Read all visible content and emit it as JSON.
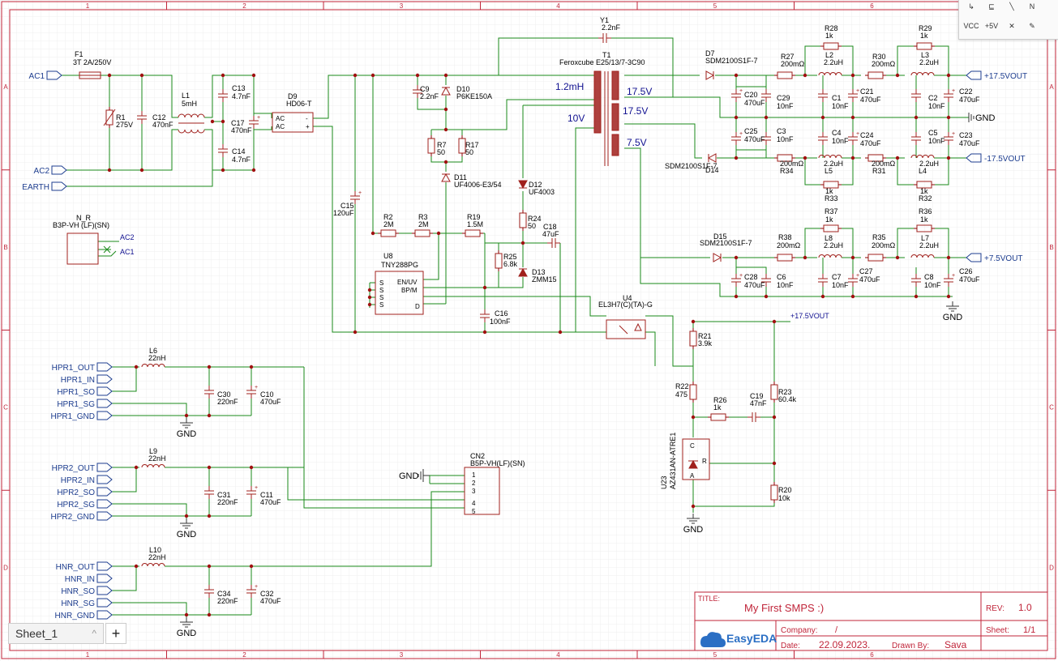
{
  "toolbar": {
    "tools": [
      {
        "name": "wire-icon",
        "glyph": "↳"
      },
      {
        "name": "bus-icon",
        "glyph": "⊑"
      },
      {
        "name": "line-icon",
        "glyph": "╲"
      },
      {
        "name": "netlabel-icon",
        "glyph": "N"
      },
      {
        "name": "vcc-icon",
        "glyph": "VCC"
      },
      {
        "name": "plus5v-icon",
        "glyph": "+5V"
      },
      {
        "name": "noconnect-icon",
        "glyph": "✕"
      },
      {
        "name": "pen-icon",
        "glyph": "✎"
      }
    ]
  },
  "frame": {
    "cols": [
      "1",
      "2",
      "3",
      "4",
      "5",
      "6"
    ],
    "rows": [
      "A",
      "B",
      "C",
      "D"
    ]
  },
  "title_block": {
    "title_label": "TITLE:",
    "title": "My First SMPS :)",
    "rev_label": "REV:",
    "rev": "1.0",
    "company_label": "Company:",
    "company": "/",
    "sheet_label": "Sheet:",
    "sheet": "1/1",
    "date_label": "Date:",
    "date": "22.09.2023.",
    "drawn_label": "Drawn By:",
    "drawn": "Sava",
    "logo": "EasyEDA"
  },
  "ports": {
    "ac1": "AC1",
    "ac2": "AC2",
    "earth": "EARTH",
    "out_p175": "+17.5VOUT",
    "out_m175": "-17.5VOUT",
    "out_p75": "+7.5VOUT",
    "hpr1": [
      "HPR1_OUT",
      "HPR1_IN",
      "HPR1_SO",
      "HPR1_SG",
      "HPR1_GND"
    ],
    "hpr2": [
      "HPR2_OUT",
      "HPR2_IN",
      "HPR2_SO",
      "HPR2_SG",
      "HPR2_GND"
    ],
    "hnr": [
      "HNR_OUT",
      "HNR_IN",
      "HNR_SO",
      "HNR_SG",
      "HNR_GND"
    ]
  },
  "labels": {
    "gnd": "GND",
    "vout_net": "+17.5VOUT",
    "nr_ac2": "AC2",
    "nr_ac1": "AC1"
  },
  "parts": {
    "F1": {
      "ref": "F1",
      "val": "3T 2A/250V"
    },
    "R1": {
      "ref": "R1",
      "val": "275V"
    },
    "C12": {
      "ref": "C12",
      "val": "470nF"
    },
    "L1": {
      "ref": "L1",
      "val": "5mH"
    },
    "C13": {
      "ref": "C13",
      "val": "4.7nF"
    },
    "C17": {
      "ref": "C17",
      "val": "470nF"
    },
    "C14": {
      "ref": "C14",
      "val": "4.7nF"
    },
    "D9": {
      "ref": "D9",
      "val": "HD06-T",
      "ac": "AC",
      "plus": "+",
      "minus": "-"
    },
    "C15": {
      "ref": "C15",
      "val": "120uF"
    },
    "C9": {
      "ref": "C9",
      "val": "2.2nF"
    },
    "D10": {
      "ref": "D10",
      "val": "P6KE150A"
    },
    "R7": {
      "ref": "R7",
      "val": "50"
    },
    "R17": {
      "ref": "R17",
      "val": "50"
    },
    "D11": {
      "ref": "D11",
      "val": "UF4006-E3/54"
    },
    "Y1": {
      "ref": "Y1",
      "val": "2.2nF"
    },
    "T1": {
      "ref": "T1",
      "val": "Feroxcube E25/13/7-3C90",
      "w1": "1.2mH",
      "w2": "10V",
      "w3": "17.5V",
      "w4": "17.5V",
      "w5": "7.5V"
    },
    "D12": {
      "ref": "D12",
      "val": "UF4003"
    },
    "R24": {
      "ref": "R24",
      "val": "50"
    },
    "C18": {
      "ref": "C18",
      "val": "47uF"
    },
    "R25": {
      "ref": "R25",
      "val": "6.8k"
    },
    "D13": {
      "ref": "D13",
      "val": "ZMM15"
    },
    "R2": {
      "ref": "R2",
      "val": "2M"
    },
    "R3": {
      "ref": "R3",
      "val": "2M"
    },
    "R19": {
      "ref": "R19",
      "val": "1.5M"
    },
    "U8": {
      "ref": "U8",
      "val": "TNY288PG",
      "pS": "S",
      "pEN": "EN/UV",
      "pBP": "BP/M",
      "pD": "D"
    },
    "C16": {
      "ref": "C16",
      "val": "100nF"
    },
    "U4": {
      "ref": "U4",
      "val": "EL3H7(C)(TA)-G"
    },
    "D7": {
      "ref": "D7",
      "val": "SDM2100S1F-7"
    },
    "D14": {
      "ref": "D14",
      "val": "SDM2100S1F-7"
    },
    "D15": {
      "ref": "D15",
      "val": "SDM2100S1F-7"
    },
    "R27": {
      "ref": "R27",
      "val": "200mΩ"
    },
    "R28": {
      "ref": "R28",
      "val": "1k"
    },
    "L2": {
      "ref": "L2",
      "val": "2.2uH"
    },
    "R30": {
      "ref": "R30",
      "val": "200mΩ"
    },
    "R29": {
      "ref": "R29",
      "val": "1k"
    },
    "L3": {
      "ref": "L3",
      "val": "2.2uH"
    },
    "C20": {
      "ref": "C20",
      "val": "470uF"
    },
    "C29": {
      "ref": "C29",
      "val": "10nF"
    },
    "C1": {
      "ref": "C1",
      "val": "10nF"
    },
    "C21": {
      "ref": "C21",
      "val": "470uF"
    },
    "C2": {
      "ref": "C2",
      "val": "10nF"
    },
    "C22": {
      "ref": "C22",
      "val": "470uF"
    },
    "C25": {
      "ref": "C25",
      "val": "470uF"
    },
    "C3": {
      "ref": "C3",
      "val": "10nF"
    },
    "C4": {
      "ref": "C4",
      "val": "10nF"
    },
    "C24": {
      "ref": "C24",
      "val": "470uF"
    },
    "C5": {
      "ref": "C5",
      "val": "10nF"
    },
    "C23": {
      "ref": "C23",
      "val": "470uF"
    },
    "R34": {
      "ref": "R34",
      "val": "200mΩ"
    },
    "L5": {
      "ref": "L5",
      "val": "2.2uH"
    },
    "R31": {
      "ref": "R31",
      "val": "200mΩ"
    },
    "L4": {
      "ref": "L4",
      "val": "2.2uH"
    },
    "R33": {
      "ref": "R33",
      "val": "1k"
    },
    "R32": {
      "ref": "R32",
      "val": "1k"
    },
    "R37": {
      "ref": "R37",
      "val": "1k"
    },
    "R38": {
      "ref": "R38",
      "val": "200mΩ"
    },
    "L8": {
      "ref": "L8",
      "val": "2.2uH"
    },
    "R35": {
      "ref": "R35",
      "val": "200mΩ"
    },
    "R36": {
      "ref": "R36",
      "val": "1k"
    },
    "L7": {
      "ref": "L7",
      "val": "2.2uH"
    },
    "C28": {
      "ref": "C28",
      "val": "470uF"
    },
    "C6": {
      "ref": "C6",
      "val": "10nF"
    },
    "C7": {
      "ref": "C7",
      "val": "10nF"
    },
    "C27": {
      "ref": "C27",
      "val": "470uF"
    },
    "C8": {
      "ref": "C8",
      "val": "10nF"
    },
    "C26": {
      "ref": "C26",
      "val": "470uF"
    },
    "R21": {
      "ref": "R21",
      "val": "3.9k"
    },
    "R22": {
      "ref": "R22",
      "val": "475"
    },
    "R26": {
      "ref": "R26",
      "val": "1k"
    },
    "C19": {
      "ref": "C19",
      "val": "47nF"
    },
    "R23": {
      "ref": "R23",
      "val": "60.4k"
    },
    "U23": {
      "ref": "U23",
      "val": "AZ431AN-ATRE1",
      "pC": "C",
      "pR": "R",
      "pA": "A"
    },
    "R20": {
      "ref": "R20",
      "val": "10k"
    },
    "NR": {
      "ref": "N_R",
      "val": "B3P-VH (LF)(SN)"
    },
    "CN2": {
      "ref": "CN2",
      "val": "B5P-VH(LF)(SN)"
    },
    "L6": {
      "ref": "L6",
      "val": "22nH"
    },
    "C30": {
      "ref": "C30",
      "val": "220nF"
    },
    "C10": {
      "ref": "C10",
      "val": "470uF"
    },
    "L9": {
      "ref": "L9",
      "val": "22nH"
    },
    "C31": {
      "ref": "C31",
      "val": "220nF"
    },
    "C11": {
      "ref": "C11",
      "val": "470uF"
    },
    "L10": {
      "ref": "L10",
      "val": "22nH"
    },
    "C34": {
      "ref": "C34",
      "val": "220nF"
    },
    "C32": {
      "ref": "C32",
      "val": "470uF"
    }
  },
  "sheetbar": {
    "tab": "Sheet_1",
    "caret": "^",
    "add": "+"
  },
  "colors": {
    "frame": "#c0253a",
    "grid": "#eeeeee",
    "wire": "#1a8a1a",
    "part": "#a0201c",
    "text": "#000000",
    "port": "#1d3d8f",
    "net": "#101090",
    "junction": "#a01010",
    "pin": "#8b0000"
  }
}
